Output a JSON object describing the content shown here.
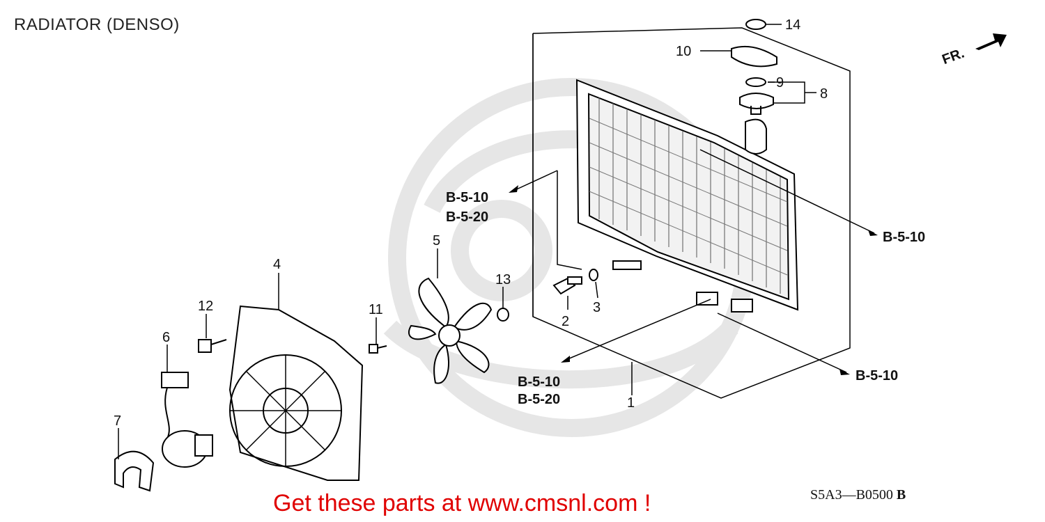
{
  "title": "RADIATOR (DENSO)",
  "footer_link": "Get these parts at www.cmsnl.com !",
  "diagram_code": "S5A3—B0500",
  "diagram_rev": "B",
  "fr_label": "FR.",
  "part_numbers": [
    "1",
    "2",
    "3",
    "4",
    "5",
    "6",
    "7",
    "8",
    "9",
    "10",
    "11",
    "12",
    "13",
    "14"
  ],
  "references": {
    "b510": "B-5-10",
    "b520": "B-5-20"
  },
  "colors": {
    "link": "#e00000",
    "line": "#000000",
    "watermark": "#e6e6e6"
  }
}
